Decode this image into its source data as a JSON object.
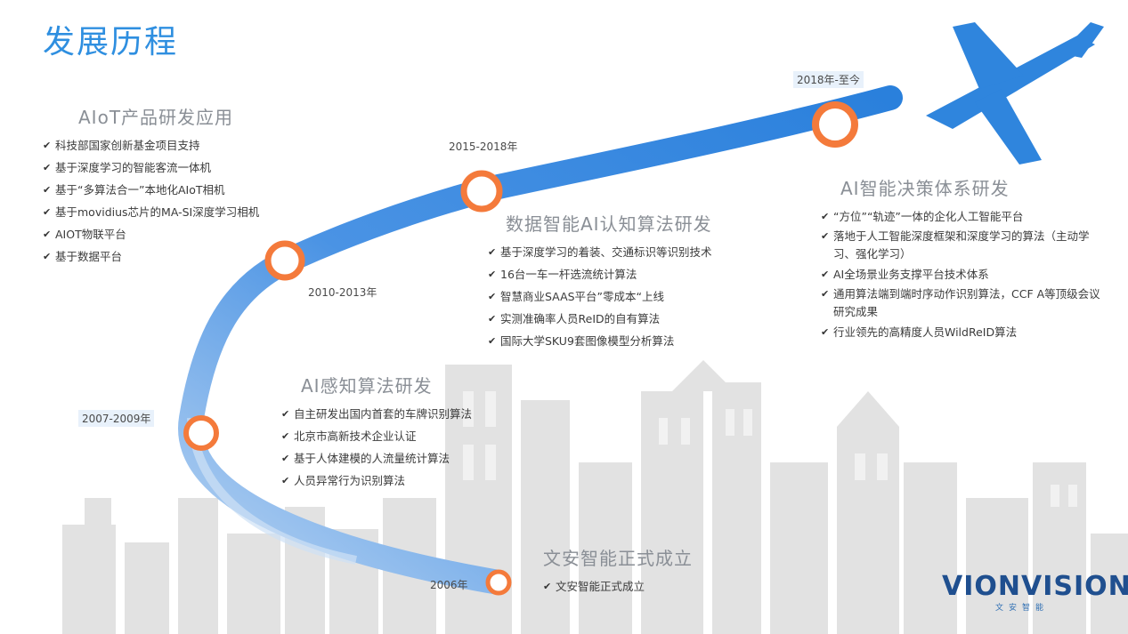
{
  "title": "发展历程",
  "colors": {
    "accent": "#2f8fe0",
    "node": "#f47a3b",
    "skyline": "#dcdcdc",
    "path": "#3a8be0"
  },
  "milestones": [
    {
      "year": "2006年",
      "heading": "文安智能正式成立",
      "items": [
        "文安智能正式成立"
      ]
    },
    {
      "year": "2007-2009年",
      "heading": "AI感知算法研发",
      "items": [
        "自主研发出国内首套的车牌识别算法",
        "北京市高新技术企业认证",
        "基于人体建模的人流量统计算法",
        "人员异常行为识别算法"
      ]
    },
    {
      "year": "2010-2013年",
      "heading": "AIoT产品研发应用",
      "items": [
        "科技部国家创新基金项目支持",
        "基于深度学习的智能客流一体机",
        "基于“多算法合一”本地化AIoT相机",
        "基于movidius芯片的MA-SI深度学习相机",
        "AIOT物联平台",
        "基于数据平台"
      ]
    },
    {
      "year": "2015-2018年",
      "heading": "数据智能AI认知算法研发",
      "items": [
        "基于深度学习的着装、交通标识等识别技术",
        "16台一车一杆选流统计算法",
        "智慧商业SAAS平台”零成本“上线",
        "实测准确率人员ReID的自有算法",
        "国际大学SKU9套图像模型分析算法"
      ]
    },
    {
      "year": "2018年-至今",
      "heading": "AI智能决策体系研发",
      "items": [
        "“方位”“轨迹”一体的企化人工智能平台",
        "落地于人工智能深度框架和深度学习的算法（主动学习、强化学习）",
        "AI全场景业务支撑平台技术体系",
        "通用算法端到端时序动作识别算法，CCF A等顶级会议研究成果",
        "行业领先的高精度人员WildReID算法"
      ]
    }
  ],
  "logo": {
    "brand": "VIONVISION",
    "sub": "文安智能"
  }
}
